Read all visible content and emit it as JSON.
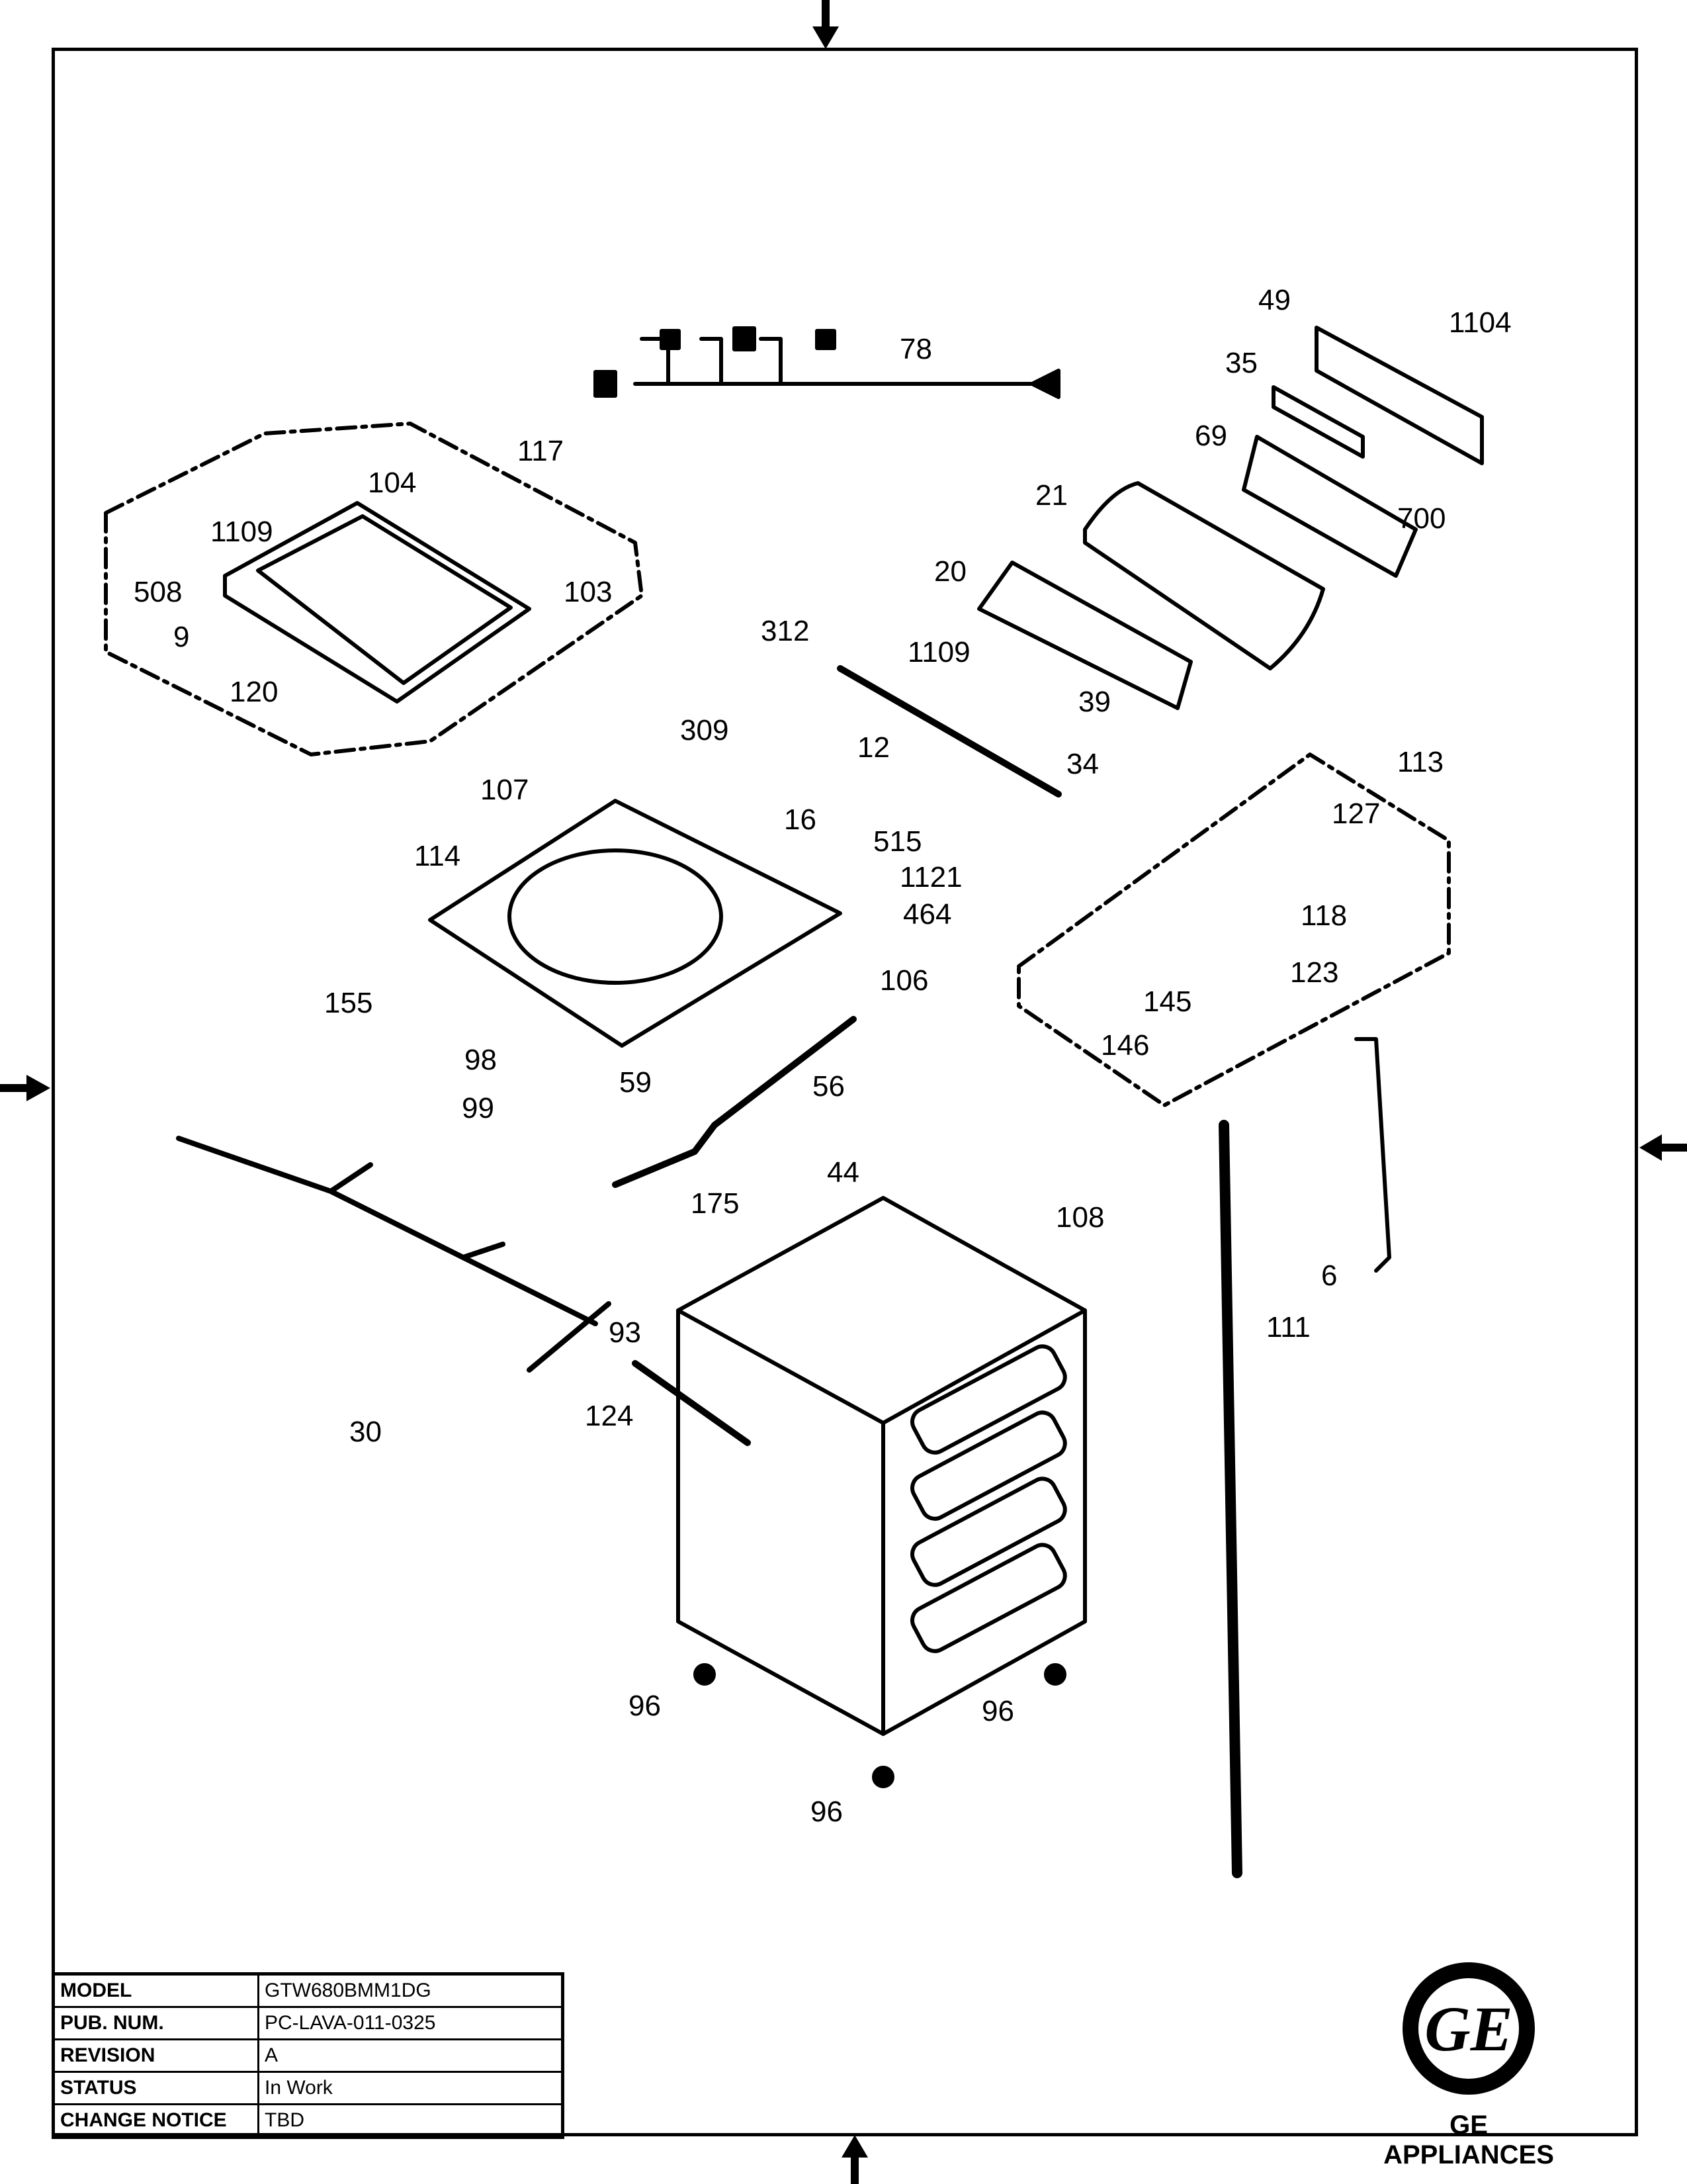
{
  "title_block": {
    "rows": [
      {
        "key": "MODEL",
        "value": "GTW680BMM1DG"
      },
      {
        "key": "PUB. NUM.",
        "value": "PC-LAVA-011-0325"
      },
      {
        "key": "REVISION",
        "value": "A"
      },
      {
        "key": "STATUS",
        "value": "In Work"
      },
      {
        "key": "CHANGE NOTICE",
        "value": "TBD"
      }
    ]
  },
  "brand": {
    "name": "GE APPLIANCES",
    "logo_icon": "ge-monogram-icon"
  },
  "callouts": {
    "c49": "49",
    "c1104": "1104",
    "c35": "35",
    "c69": "69",
    "c700": "700",
    "c78": "78",
    "c117": "117",
    "c104": "104",
    "c1109a": "1109",
    "c508": "508",
    "c103": "103",
    "c9": "9",
    "c120": "120",
    "c21": "21",
    "c20": "20",
    "c312": "312",
    "c1109b": "1109",
    "c39": "39",
    "c309": "309",
    "c34": "34",
    "c12": "12",
    "c107": "107",
    "c16": "16",
    "c113": "113",
    "c127": "127",
    "c114": "114",
    "c515": "515",
    "c1121": "1121",
    "c464": "464",
    "c118": "118",
    "c123": "123",
    "c106": "106",
    "c155": "155",
    "c145": "145",
    "c146": "146",
    "c98": "98",
    "c59": "59",
    "c56": "56",
    "c99": "99",
    "c44": "44",
    "c175": "175",
    "c108": "108",
    "c6": "6",
    "c93": "93",
    "c111": "111",
    "c124": "124",
    "c30": "30",
    "c96a": "96",
    "c96b": "96",
    "c96c": "96"
  }
}
